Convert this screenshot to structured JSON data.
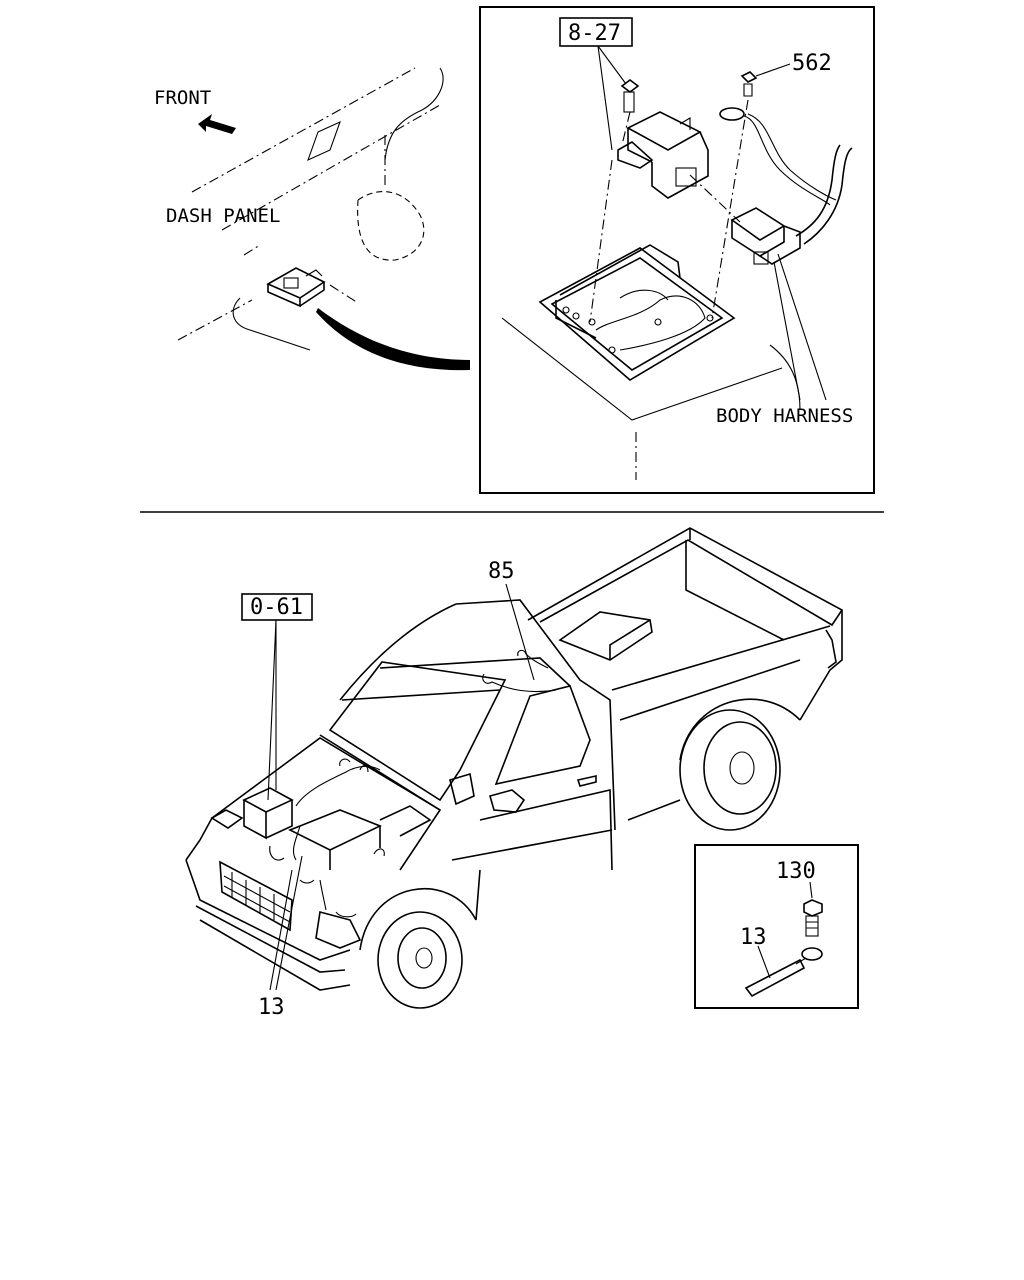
{
  "labels": {
    "front": "FRONT",
    "dash_panel": "DASH PANEL",
    "body_harness": "BODY HARNESS",
    "ref_8_27": "8-27",
    "ref_0_61": "0-61",
    "part_562": "562",
    "part_85": "85",
    "part_13_main": "13",
    "part_130": "130",
    "part_13_inset": "13"
  }
}
